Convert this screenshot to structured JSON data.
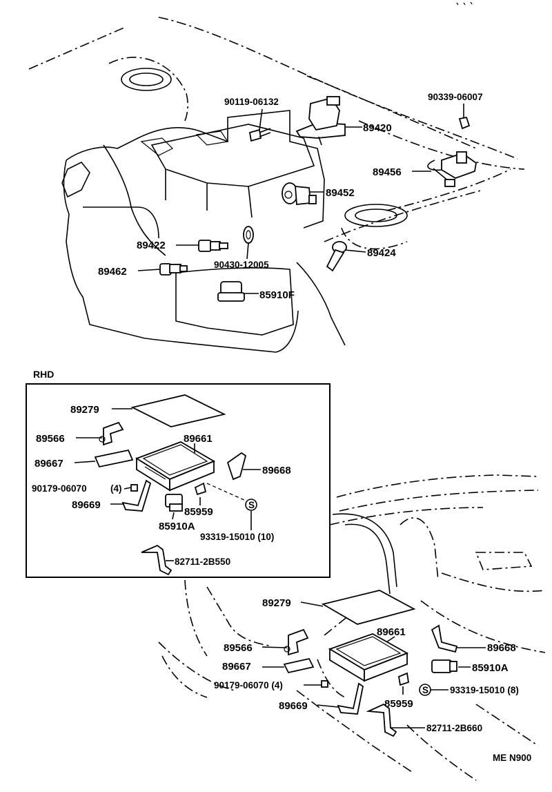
{
  "header": {
    "section_label": "RHD",
    "catalog_code": "ME N900"
  },
  "labels": {
    "p_90119": "90119-06132",
    "p_90339": "90339-06007",
    "p_89420": "89420",
    "p_89456": "89456",
    "p_89452": "89452",
    "p_89422": "89422",
    "p_89424": "89424",
    "p_89462": "89462",
    "p_90430": "90430-12005",
    "p_85910F": "85910F",
    "r_89279": "89279",
    "r_89566": "89566",
    "r_89661": "89661",
    "r_89667": "89667",
    "r_89668": "89668",
    "r_90179": "90179-06070",
    "r_qty4": "(4)",
    "r_89669": "89669",
    "r_85959": "85959",
    "r_85910A": "85910A",
    "r_93319": "93319-15010 (10)",
    "r_82711": "82711-2B550",
    "l_89279": "89279",
    "l_89661": "89661",
    "l_89566": "89566",
    "l_89668": "89668",
    "l_89667": "89667",
    "l_85910A": "85910A",
    "l_90179": "90179-06070 (4)",
    "l_93319": "93319-15010 (8)",
    "l_89669": "89669",
    "l_85959": "85959",
    "l_82711": "82711-2B660",
    "s_symbol": "S"
  }
}
